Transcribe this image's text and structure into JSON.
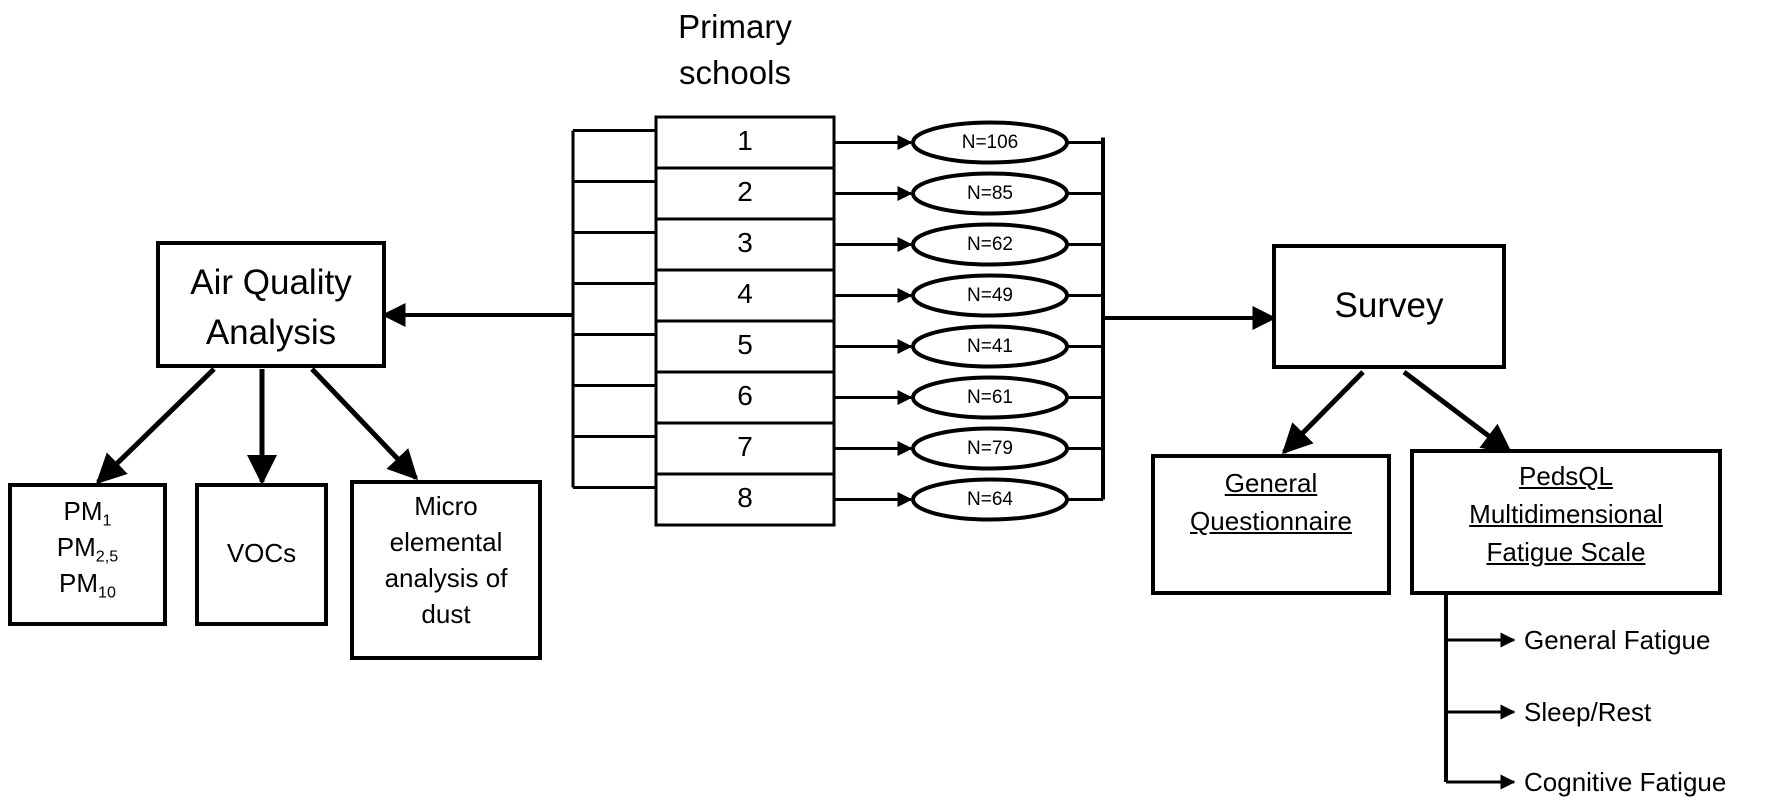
{
  "schools_header": {
    "line1": "Primary",
    "line2": "schools"
  },
  "schools": [
    {
      "number": "1",
      "n_label": "N=106"
    },
    {
      "number": "2",
      "n_label": "N=85"
    },
    {
      "number": "3",
      "n_label": "N=62"
    },
    {
      "number": "4",
      "n_label": "N=49"
    },
    {
      "number": "5",
      "n_label": "N=41"
    },
    {
      "number": "6",
      "n_label": "N=61"
    },
    {
      "number": "7",
      "n_label": "N=79"
    },
    {
      "number": "8",
      "n_label": "N=64"
    }
  ],
  "air_quality": {
    "line1": "Air Quality",
    "line2": "Analysis",
    "pm": {
      "pm1": {
        "base": "PM",
        "sub": "1"
      },
      "pm25": {
        "base": "PM",
        "sub": "2,5"
      },
      "pm10": {
        "base": "PM",
        "sub": "10"
      }
    },
    "vocs": "VOCs",
    "dust": {
      "line1": "Micro",
      "line2": "elemental",
      "line3": "analysis of",
      "line4": "dust"
    }
  },
  "survey": {
    "title": "Survey",
    "general_questionnaire": {
      "line1": "General",
      "line2": "Questionnaire"
    },
    "pedsql": {
      "line1": "PedsQL",
      "line2": "Multidimensional",
      "line3": "Fatigue Scale"
    },
    "subscales": [
      "General Fatigue",
      "Sleep/Rest",
      "Cognitive Fatigue"
    ]
  }
}
